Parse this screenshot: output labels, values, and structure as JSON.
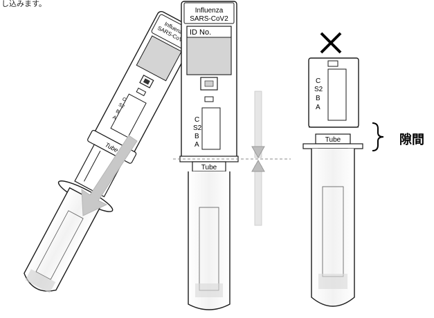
{
  "caption": "し込みます。",
  "gap_label": "隙間",
  "device": {
    "brand_line1": "Influenza",
    "brand_line2": "SARS-CoV2",
    "id_label": "ID No.",
    "line_c": "C",
    "line_s2": "S2",
    "line_b": "B",
    "line_a": "A",
    "tube_label": "Tube"
  },
  "colors": {
    "outline": "#1a1a1a",
    "arrow": "#c8c8c8",
    "dashed_line": "#888888",
    "window": "#d4d4d4"
  },
  "icons": {
    "incorrect_mark": "cross-icon",
    "gap_bracket": "right-brace-icon",
    "insert_arrow": "down-left-arrow-icon",
    "alignment_arrows": "opposing-arrows-icon"
  }
}
